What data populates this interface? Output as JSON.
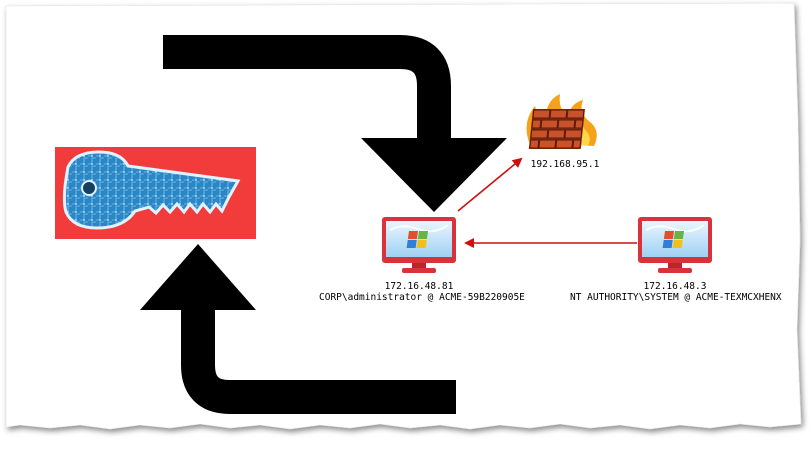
{
  "colors": {
    "key_background": "#f23b3b",
    "key_fill": "#2a86c4",
    "arrow": "#000000",
    "link": "#cc1111",
    "monitor_frame": "#d8333d"
  },
  "firewall": {
    "icon": "firewall-icon",
    "ip": "192.168.95.1"
  },
  "nodes": [
    {
      "icon": "windows-monitor-icon",
      "ip": "172.16.48.81",
      "user": "CORP\\administrator @ ACME-59B220905E"
    },
    {
      "icon": "windows-monitor-icon",
      "ip": "172.16.48.3",
      "user": "NT AUTHORITY\\SYSTEM @ ACME-TEXMCXHENX"
    }
  ],
  "key": {
    "icon": "key-icon"
  }
}
